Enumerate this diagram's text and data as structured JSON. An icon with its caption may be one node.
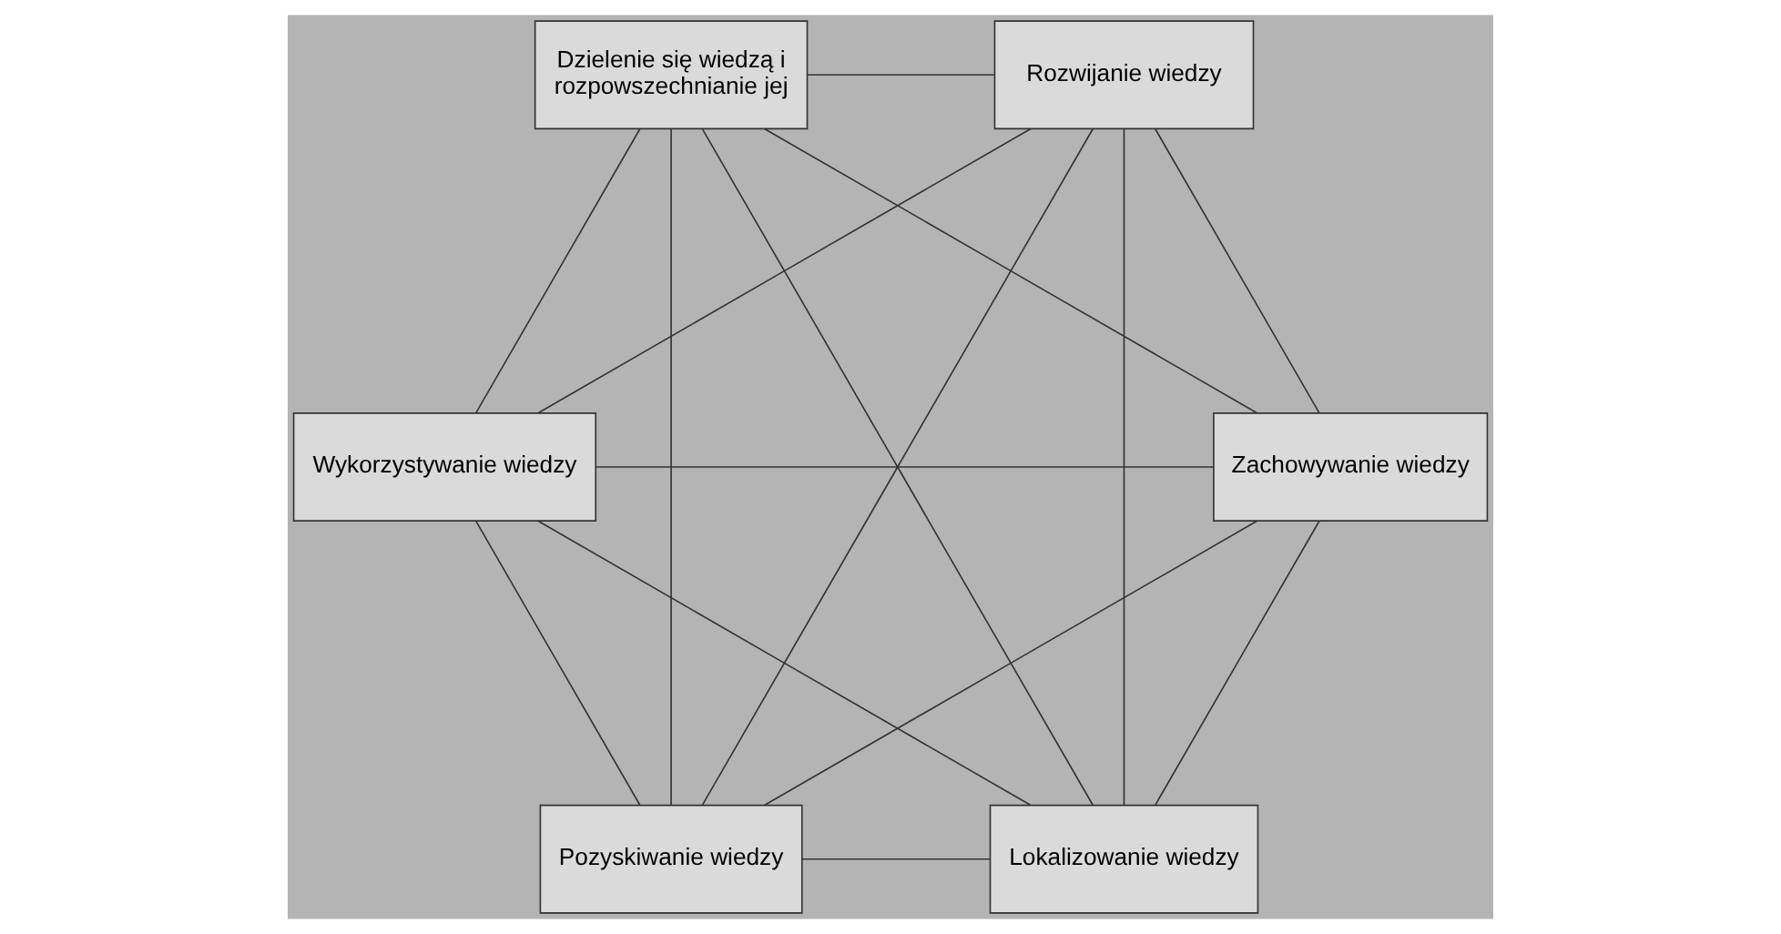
{
  "diagram": {
    "nodes": [
      {
        "text": [
          "Lokalizowanie wiedzy"
        ]
      },
      {
        "text": [
          "Zachowywanie wiedzy"
        ]
      },
      {
        "text": [
          "Wykorzystywanie wiedzy"
        ]
      },
      {
        "text": [
          "Dzielenie się wiedzą i rozpowszechnianie jej"
        ]
      },
      {
        "text": [
          "Rozwijanie wiedzy"
        ]
      },
      {
        "text": [
          "Pozyskiwanie wiedzy"
        ]
      }
    ],
    "edges": [
      {
        "from": 0,
        "to": 1,
        "arrow": "none"
      },
      {
        "from": 0,
        "to": 2,
        "arrow": "none"
      },
      {
        "from": 0,
        "to": 3,
        "arrow": "none"
      },
      {
        "from": 0,
        "to": 4,
        "arrow": "none"
      },
      {
        "from": 0,
        "to": 5,
        "arrow": "none"
      },
      {
        "from": 1,
        "to": 2,
        "arrow": "none"
      },
      {
        "from": 1,
        "to": 3,
        "arrow": "none"
      },
      {
        "from": 1,
        "to": 4,
        "arrow": "none"
      },
      {
        "from": 1,
        "to": 5,
        "arrow": "none"
      },
      {
        "from": 2,
        "to": 3,
        "arrow": "none"
      },
      {
        "from": 2,
        "to": 4,
        "arrow": "none"
      },
      {
        "from": 2,
        "to": 5,
        "arrow": "none"
      },
      {
        "from": 3,
        "to": 4,
        "arrow": "none"
      },
      {
        "from": 3,
        "to": 5,
        "arrow": "none"
      },
      {
        "from": 4,
        "to": 5,
        "arrow": "none"
      }
    ]
  }
}
